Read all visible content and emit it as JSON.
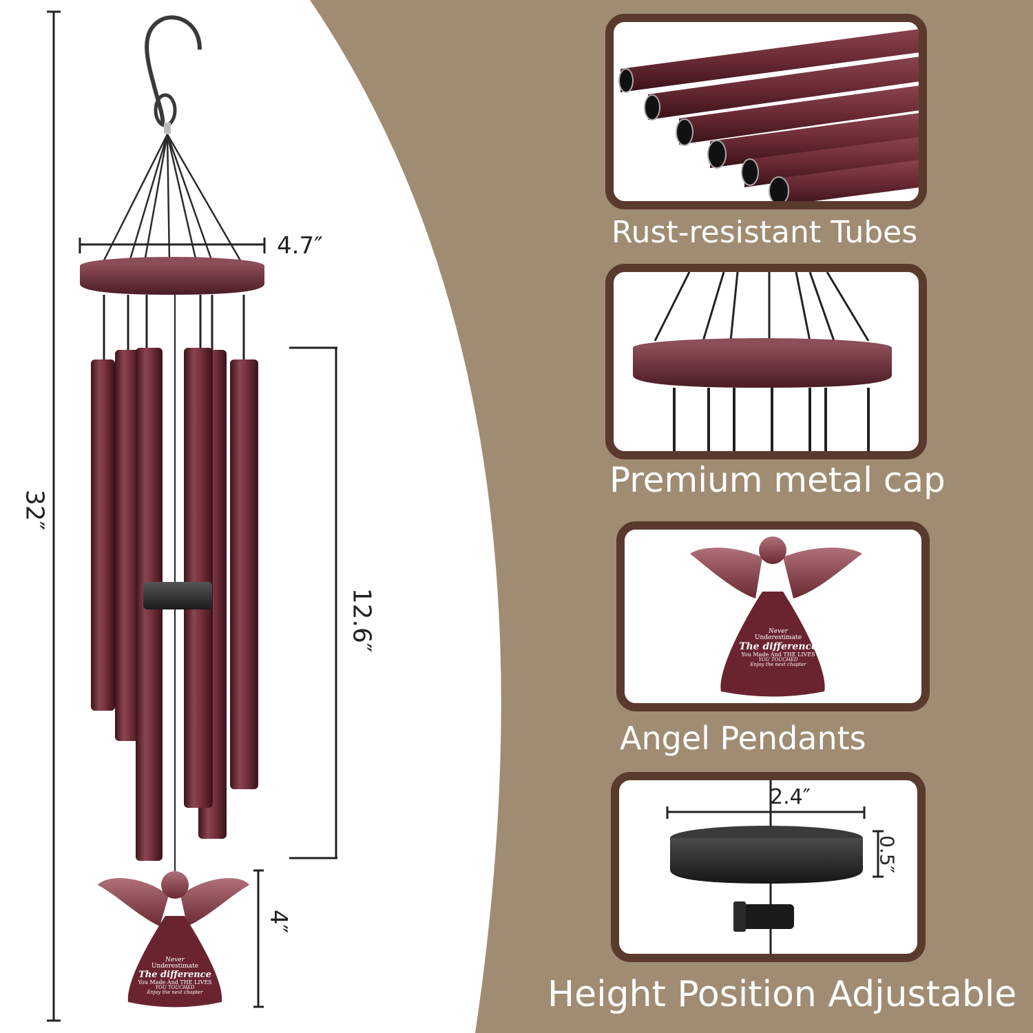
{
  "colors": {
    "background_tan": "#a08c73",
    "frame_brown": "#5a3a2c",
    "tube_copper": "#6e2c34",
    "dimension_line": "#222222",
    "caption_text": "#ffffff"
  },
  "dimensions": {
    "overall_height": "32″",
    "cap_width": "4.7″",
    "tube_length": "12.6″",
    "pendant_height": "4″",
    "striker_width": "2.4″",
    "striker_height": "0.5″"
  },
  "pendant_text": {
    "line1": "Never",
    "line2": "Underestimate",
    "line3": "The difference",
    "line4": "You Made And THE LIVES",
    "line5": "YOU TOUCHED",
    "line6": "Enjoy the next chapter"
  },
  "features": [
    {
      "caption": "Rust-resistant Tubes",
      "icon": "tubes-closeup"
    },
    {
      "caption": "Premium metal cap",
      "icon": "cap-closeup"
    },
    {
      "caption": "Angel Pendants",
      "icon": "angel-pendant"
    },
    {
      "caption": "Height Position Adjustable",
      "icon": "striker-closeup"
    }
  ]
}
